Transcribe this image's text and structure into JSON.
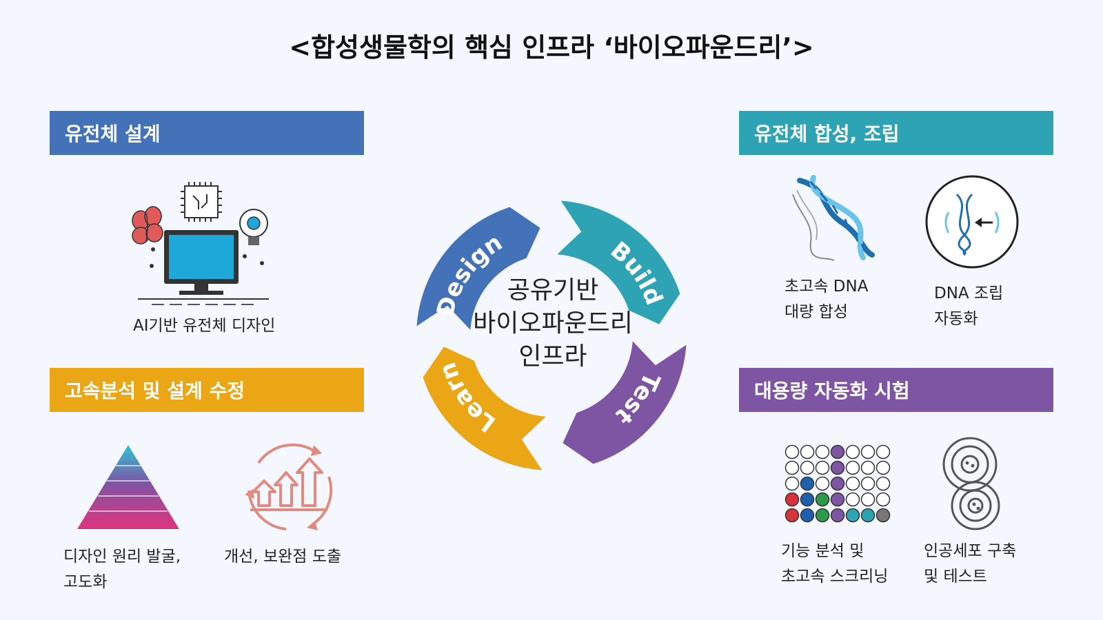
{
  "title": "<합성생물학의 핵심 인프라 ‘바이오파운드리’>",
  "colors": {
    "design": "#4472b8",
    "build": "#2ea3b4",
    "test": "#7e55a3",
    "learn": "#eaa615"
  },
  "sections": {
    "design": {
      "header": "유전체 설계",
      "items": [
        {
          "icon": "ai-computer-icon",
          "lines": [
            "AI기반 유전체 디자인"
          ]
        }
      ]
    },
    "learn": {
      "header": "고속분석 및 설계 수정",
      "items": [
        {
          "icon": "pyramid-icon",
          "lines": [
            "디자인 원리 발굴,",
            "고도화"
          ]
        },
        {
          "icon": "growth-cycle-icon",
          "lines": [
            "개선, 보완점 도출"
          ]
        }
      ]
    },
    "build": {
      "header": "유전체 합성, 조립",
      "items": [
        {
          "icon": "dna-helix-icon",
          "lines": [
            "초고속 DNA",
            "대량 합성"
          ]
        },
        {
          "icon": "dna-assembly-icon",
          "lines": [
            "DNA 조립",
            "자동화"
          ]
        }
      ]
    },
    "test": {
      "header": "대용량 자동화 시험",
      "items": [
        {
          "icon": "well-plate-icon",
          "lines": [
            "기능 분석 및",
            "초고속 스크리닝"
          ]
        },
        {
          "icon": "artificial-cell-icon",
          "lines": [
            "인공세포 구축",
            "및 테스트"
          ]
        }
      ]
    }
  },
  "cycle": {
    "labels": [
      "Design",
      "Build",
      "Test",
      "Learn"
    ],
    "center_lines": [
      "공유기반",
      "바이오파운드리",
      "인프라"
    ]
  }
}
